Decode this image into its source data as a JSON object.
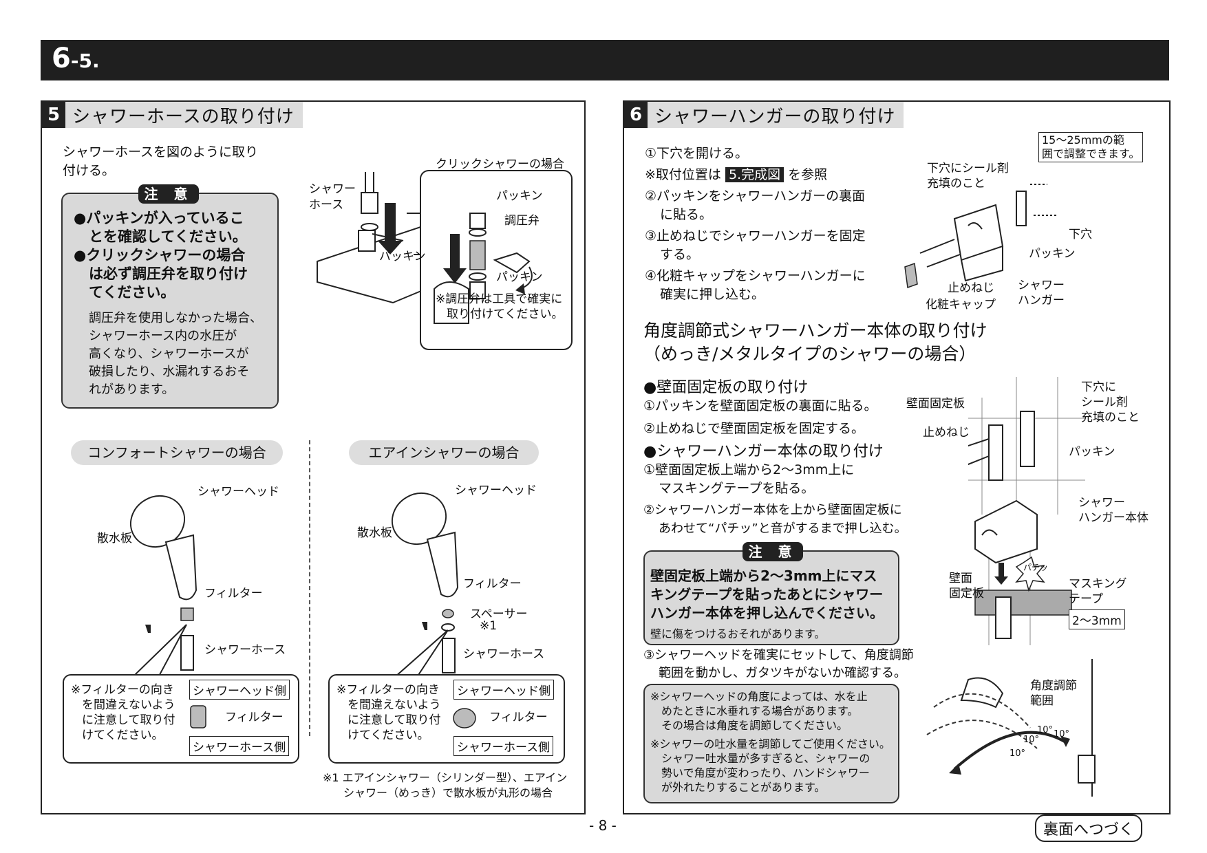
{
  "header": {
    "section_number": "6",
    "section_sub": "-5."
  },
  "left": {
    "number": "5",
    "title": "シャワーホースの取り付け",
    "intro": [
      "シャワーホースを図のように取り",
      "付ける。"
    ],
    "caution": {
      "tag": "注 意",
      "bullet1": [
        "●パッキンが入っているこ",
        "とを確認してください。"
      ],
      "bullet2": [
        "●クリックシャワーの場合",
        "は必ず調圧弁を取り付け",
        "てください。"
      ],
      "note": [
        "調圧弁を使用しなかった場合、",
        "シャワーホース内の水圧が",
        "高くなり、シャワーホースが",
        "破損したり、水漏れするおそ",
        "れがあります。"
      ]
    },
    "diagram": {
      "hose_label": [
        "シャワー",
        "ホース"
      ],
      "packing": "パッキン",
      "click_title": "クリックシャワーの場合",
      "click_packing_top": "パッキン",
      "click_valve": "調圧弁",
      "click_packing_bottom": "パッキン",
      "click_note": [
        "※調圧弁は工具で確実に",
        "取り付けてください。"
      ]
    },
    "comfort": {
      "title": "コンフォートシャワーの場合",
      "head": "シャワーヘッド",
      "plate": "散水板",
      "filter": "フィルター",
      "hose": "シャワーホース",
      "note": [
        "※フィルターの向き",
        "を間違えないよう",
        "に注意して取り付",
        "けてください。"
      ],
      "side_head": "シャワーヘッド側",
      "side_filter": "フィルター",
      "side_hose": "シャワーホース側"
    },
    "airin": {
      "title": "エアインシャワーの場合",
      "head": "シャワーヘッド",
      "plate": "散水板",
      "filter": "フィルター",
      "spacer": "スペーサー",
      "spacer_ref": "※1",
      "hose": "シャワーホース",
      "note": [
        "※フィルターの向き",
        "を間違えないよう",
        "に注意して取り付",
        "けてください。"
      ],
      "side_head": "シャワーヘッド側",
      "side_filter": "フィルター",
      "side_hose": "シャワーホース側",
      "footnote": [
        "※1 エアインシャワー（シリンダー型）、エアイン",
        "シャワー（めっき）で散水板が丸形の場合"
      ]
    }
  },
  "right": {
    "number": "6",
    "title": "シャワーハンガーの取り付け",
    "step1": "①下穴を開ける。",
    "ref_prefix": "※取付位置は",
    "ref_badge": "5.完成図",
    "ref_suffix": "を参照",
    "step2": [
      "②パッキンをシャワーハンガーの裏面",
      "に貼る。"
    ],
    "step3": [
      "③止めねじでシャワーハンガーを固定",
      "する。"
    ],
    "step4": [
      "④化粧キャップをシャワーハンガーに",
      "確実に押し込む。"
    ],
    "fig1": {
      "range_box": [
        "15～25mmの範",
        "囲で調整できます。"
      ],
      "seal": [
        "下穴にシール剤",
        "充填のこと"
      ],
      "hole": "下穴",
      "packing": "パッキン",
      "screw": "止めねじ",
      "hanger": [
        "シャワー",
        "ハンガー"
      ],
      "cap": "化粧キャップ"
    },
    "subtitle": [
      "角度調節式シャワーハンガー本体の取り付け",
      "（めっき/メタルタイプのシャワーの場合）"
    ],
    "wall_plate": {
      "heading": "●壁面固定板の取り付け",
      "s1": "①パッキンを壁面固定板の裏面に貼る。",
      "s2": "②止めねじで壁面固定板を固定する。"
    },
    "hanger_body": {
      "heading": "●シャワーハンガー本体の取り付け",
      "s1": [
        "①壁面固定板上端から2～3mm上に",
        "マスキングテープを貼る。"
      ],
      "s2": [
        "②シャワーハンガー本体を上から壁面固定板に",
        "あわせて“パチッ”と音がするまで押し込む。"
      ]
    },
    "caution": {
      "tag": "注 意",
      "bold": [
        "壁固定板上端から2～3mm上にマス",
        "キングテープを貼ったあとにシャワー",
        "ハンガー本体を押し込んでください。"
      ],
      "note": "壁に傷をつけるおそれがあります。"
    },
    "s3": [
      "③シャワーヘッドを確実にセットして、角度調節",
      "範囲を動かし、ガタツキがないか確認する。"
    ],
    "notes": {
      "n1": [
        "※シャワーヘッドの角度によっては、水を止",
        "めたときに水垂れする場合があります。",
        "その場合は角度を調節してください。"
      ],
      "n2": [
        "※シャワーの吐水量を調節してご使用ください。",
        "シャワー吐水量が多すぎると、シャワーの",
        "勢いで角度が変わったり、ハンドシャワー",
        "が外れたりすることがあります。"
      ]
    },
    "fig2": {
      "wall_plate": "壁面固定板",
      "screw": "止めねじ",
      "seal": [
        "下穴に",
        "シール剤",
        "充填のこと"
      ],
      "packing": "パッキン"
    },
    "fig3": {
      "hanger": [
        "シャワー",
        "ハンガー本体"
      ],
      "snap": "パチッ",
      "wall_plate": [
        "壁面",
        "固定板"
      ],
      "tape": [
        "マスキング",
        "テープ"
      ],
      "gap": "2～3mm"
    },
    "fig4": {
      "range": [
        "角度調節",
        "範囲"
      ],
      "deg": "10°"
    }
  },
  "footer": {
    "page": "- 8 -",
    "continue": "裏面へつづく"
  }
}
